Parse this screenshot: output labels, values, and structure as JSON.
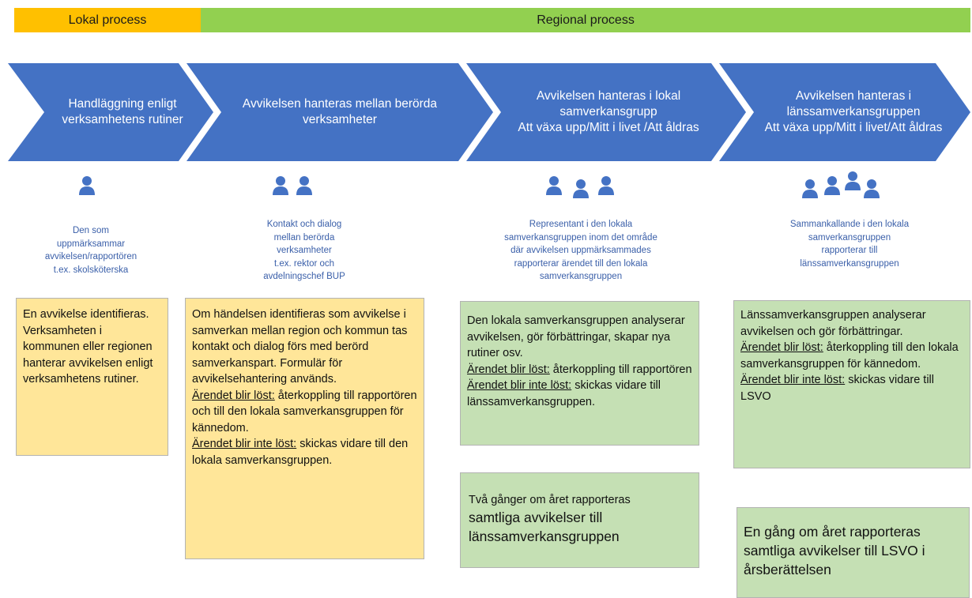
{
  "header": {
    "lokal": "Lokal  process",
    "regional": "Regional process",
    "colors": {
      "lokal": "#ffc000",
      "regional": "#92d050",
      "chevron": "#4472c4",
      "role_text": "#3a5fa9"
    }
  },
  "steps": [
    {
      "chevron_text": "Handläggning enligt\nverksamhetens rutiner",
      "people_count": 1,
      "role_text": "Den som\nuppmärksammar\navvikelsen/rapportören\nt.ex. skolsköterska",
      "box": {
        "text": "En avvikelse identifieras. Verksamheten i kommunen eller regionen hanterar avvikelsen enligt verksamhetens rutiner."
      }
    },
    {
      "chevron_text": "Avvikelsen hanteras mellan berörda\nverksamheter",
      "people_count": 2,
      "role_text": "Kontakt och dialog\nmellan berörda\nverksamheter\nt.ex. rektor och\navdelningschef BUP",
      "box": {
        "intro": "Om händelsen identifieras som avvikelse i samverkan mellan region och kommun tas kontakt och dialog förs med berörd samverkanspart. Formulär för avvikelsehantering används.",
        "solved_label": "Ärendet blir löst:",
        "solved_text": " återkoppling till rapportören och till den lokala samverkansgruppen för kännedom.",
        "unsolved_label": "Ärendet blir inte löst:",
        "unsolved_text": " skickas vidare till den lokala samverkansgruppen."
      }
    },
    {
      "chevron_text": "Avvikelsen hanteras i lokal\nsamverkansgrupp\nAtt växa upp/Mitt i livet /Att åldras",
      "people_count": 3,
      "role_text": "Representant i den lokala\nsamverkansgruppen inom det område\ndär avvikelsen uppmärksammades\nrapporterar ärendet till den lokala\nsamverkansgruppen",
      "box": {
        "intro": "Den lokala samverkansgruppen analyserar avvikelsen, gör förbättringar, skapar nya rutiner osv.",
        "solved_label": "Ärendet blir löst:",
        "solved_text": " återkoppling till rapportören",
        "unsolved_label": "Ärendet blir inte löst:",
        "unsolved_text": " skickas vidare till länssamverkansgruppen."
      },
      "box2": {
        "line1": "Två gånger om året rapporteras",
        "line2": "samtliga avvikelser till länssamverkansgruppen"
      }
    },
    {
      "chevron_text": "Avvikelsen hanteras i\nlänssamverkansgruppen\nAtt växa upp/Mitt i livet/Att åldras",
      "people_count": 4,
      "role_text": "Sammankallande i den lokala\nsamverkansgruppen\nrapporterar till\nlänssamverkansgruppen",
      "box": {
        "intro": "Länssamverkansgruppen analyserar avvikelsen och gör förbättringar.",
        "solved_label": "Ärendet blir löst:",
        "solved_text": " återkoppling till den lokala samverkansgruppen  för kännedom.",
        "unsolved_label": "Ärendet blir inte löst:",
        "unsolved_text": " skickas vidare till LSVO"
      },
      "box2": {
        "text": "En gång om året rapporteras samtliga avvikelser till LSVO i årsberättelsen"
      }
    }
  ]
}
